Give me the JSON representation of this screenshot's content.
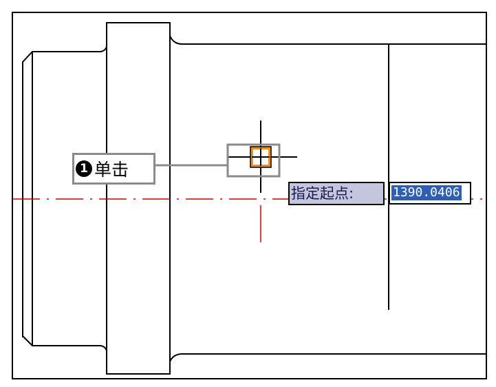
{
  "callout": {
    "number": "1",
    "label": "单击"
  },
  "prompt": {
    "label": "指定起点:",
    "value": "1390.0406"
  },
  "colors": {
    "centerline": "#cc0000",
    "snap_marker": "#f0901e",
    "highlight": "#2f5fb3"
  }
}
